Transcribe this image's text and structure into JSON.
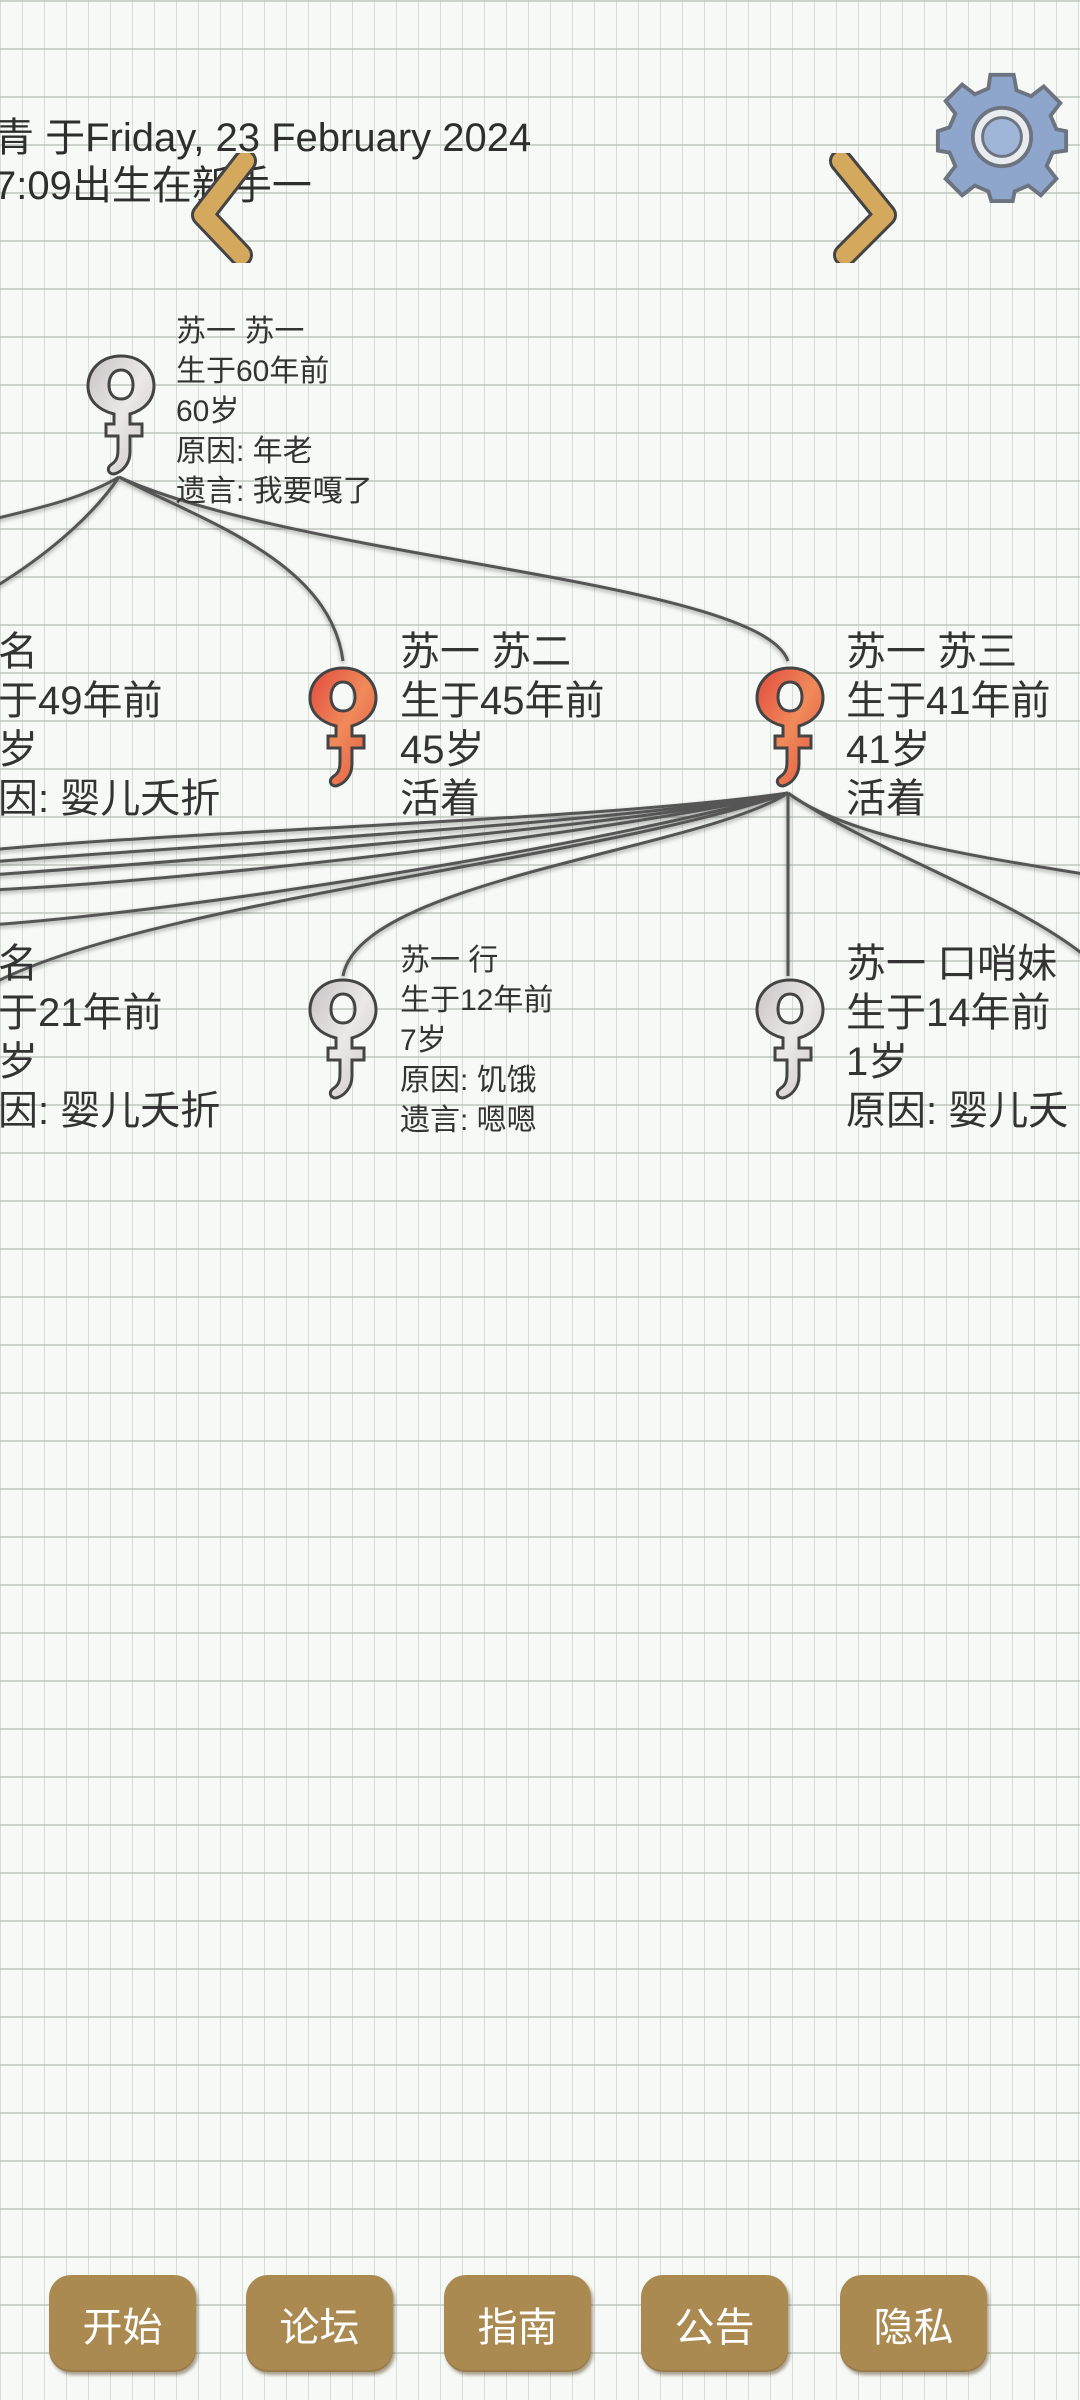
{
  "header": {
    "line1": "青 于Friday, 23 February 2024",
    "line2": "7:09出生在新手一"
  },
  "nav": {
    "prev_icon": "chevron-left-icon",
    "next_icon": "chevron-right-icon",
    "settings_icon": "gear-icon"
  },
  "colors": {
    "button": "#ab8a52",
    "alive": "#e8604a",
    "deceased": "#d6d2d2",
    "line": "#555555"
  },
  "tree": {
    "root": {
      "name": "苏一 苏一",
      "born": "生于60年前",
      "age": "60岁",
      "cause": "原因:  年老",
      "words": "遗言:  我要嘎了",
      "status": "deceased"
    },
    "gen2": [
      {
        "name": "名",
        "born": "于49年前",
        "age": "岁",
        "cause": "因:  婴儿夭折",
        "status": "deceased"
      },
      {
        "name": "苏一 苏二",
        "born": "生于45年前",
        "age": "45岁",
        "state": "活着",
        "status": "alive"
      },
      {
        "name": "苏一 苏三",
        "born": "生于41年前",
        "age": "41岁",
        "state": "活着",
        "status": "alive"
      }
    ],
    "gen3": [
      {
        "name": "名",
        "born": "于21年前",
        "age": "岁",
        "cause": "因:  婴儿夭折",
        "status": "deceased"
      },
      {
        "name": "苏一 行",
        "born": "生于12年前",
        "age": "7岁",
        "cause": "原因:  饥饿",
        "words": "遗言:  嗯嗯",
        "status": "deceased"
      },
      {
        "name": "苏一 口哨妹",
        "born": "生于14年前",
        "age": "1岁",
        "cause": "原因:  婴儿夭",
        "status": "deceased"
      }
    ]
  },
  "buttons": [
    {
      "label": "开始"
    },
    {
      "label": "论坛"
    },
    {
      "label": "指南"
    },
    {
      "label": "公告"
    },
    {
      "label": "隐私"
    }
  ]
}
